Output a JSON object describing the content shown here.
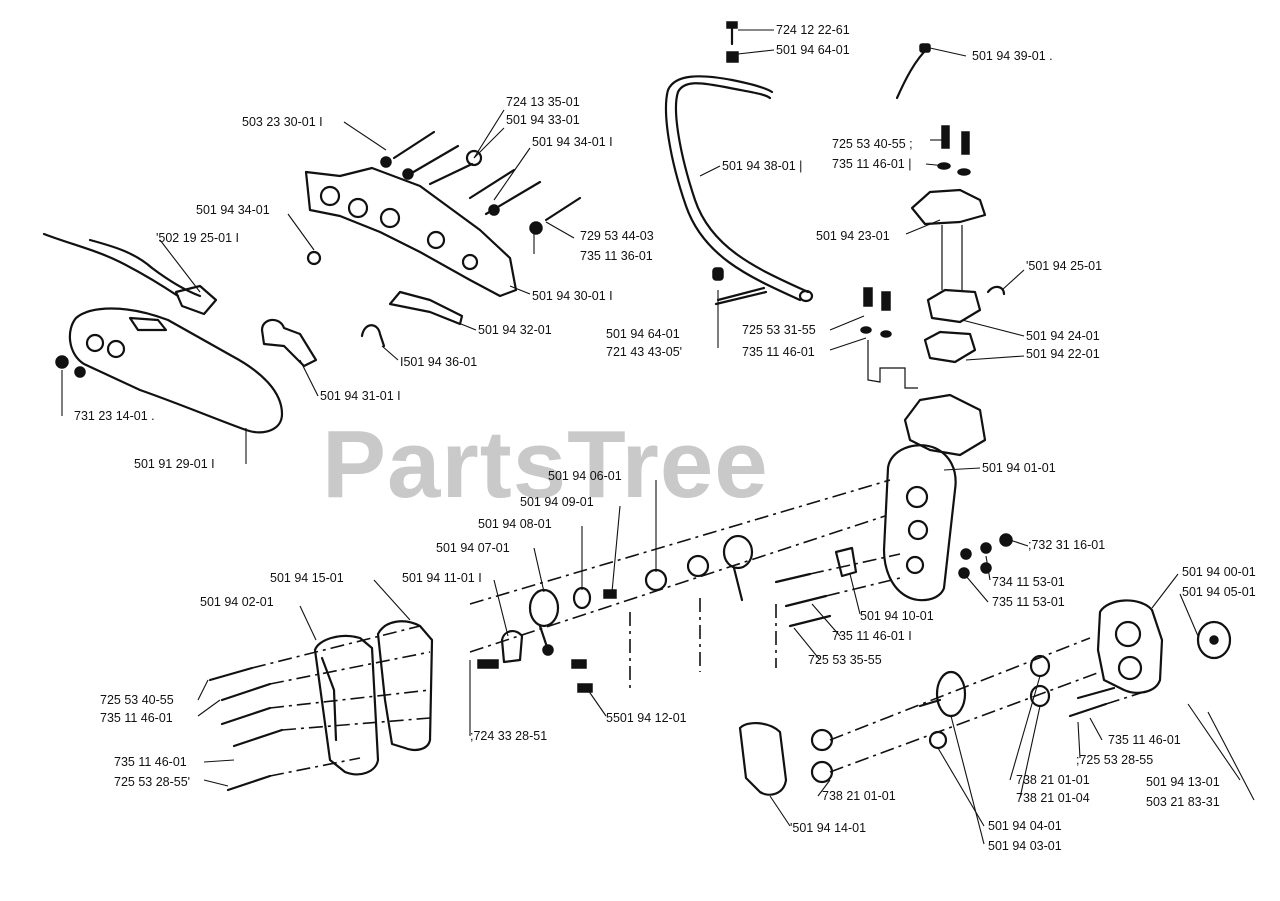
{
  "watermark": "PartsTree",
  "parts": [
    {
      "id": "p01",
      "text": "724 12 22-61"
    },
    {
      "id": "p02",
      "text": "501 94 64-01"
    },
    {
      "id": "p03",
      "text": "501 94 39-01 ."
    },
    {
      "id": "p04",
      "text": "724 13 35-01"
    },
    {
      "id": "p05",
      "text": "503 23 30-01 I"
    },
    {
      "id": "p06",
      "text": "501 94 33-01"
    },
    {
      "id": "p07",
      "text": "501 94 34-01 I"
    },
    {
      "id": "p08",
      "text": "725 53 40-55 ;"
    },
    {
      "id": "p09",
      "text": "735 11 46-01 |"
    },
    {
      "id": "p10",
      "text": "501 94 38-01 |"
    },
    {
      "id": "p11",
      "text": "501 94 34-01"
    },
    {
      "id": "p12",
      "text": "729 53 44-03"
    },
    {
      "id": "p13",
      "text": "735 11 36-01"
    },
    {
      "id": "p14",
      "text": "501 94 23-01"
    },
    {
      "id": "p15",
      "text": "'502 19 25-01 I"
    },
    {
      "id": "p16",
      "text": "'501 94 25-01"
    },
    {
      "id": "p17",
      "text": "501 94 30-01 I"
    },
    {
      "id": "p18",
      "text": "501 94 32-01"
    },
    {
      "id": "p19",
      "text": "725 53 31-55"
    },
    {
      "id": "p20",
      "text": "501 94 24-01"
    },
    {
      "id": "p21",
      "text": "501 94 64-01"
    },
    {
      "id": "p22",
      "text": "721 43 43-05'"
    },
    {
      "id": "p23",
      "text": "735 11 46-01"
    },
    {
      "id": "p24",
      "text": "501 94 22-01"
    },
    {
      "id": "p25",
      "text": "I501 94 36-01"
    },
    {
      "id": "p26",
      "text": "501 94 31-01 I"
    },
    {
      "id": "p27",
      "text": "731 23 14-01 ."
    },
    {
      "id": "p28",
      "text": "501 91 29-01 I"
    },
    {
      "id": "p29",
      "text": "501 94 06-01"
    },
    {
      "id": "p30",
      "text": "501 94 01-01"
    },
    {
      "id": "p31",
      "text": "501 94 09-01"
    },
    {
      "id": "p32",
      "text": "501 94 08-01"
    },
    {
      "id": "p33",
      "text": ";732 31 16-01"
    },
    {
      "id": "p34",
      "text": "501 94 07-01"
    },
    {
      "id": "p35",
      "text": "501 94 15-01"
    },
    {
      "id": "p36",
      "text": "501 94 11-01 I"
    },
    {
      "id": "p37",
      "text": "734 11 53-01"
    },
    {
      "id": "p38",
      "text": "501 94 00-01"
    },
    {
      "id": "p39",
      "text": "501 94 02-01"
    },
    {
      "id": "p40",
      "text": "735 11 53-01"
    },
    {
      "id": "p41",
      "text": "501 94 05-01"
    },
    {
      "id": "p42",
      "text": "501 94 10-01"
    },
    {
      "id": "p43",
      "text": "735 11 46-01 I"
    },
    {
      "id": "p44",
      "text": "725 53 35-55"
    },
    {
      "id": "p45",
      "text": "725 53 40-55"
    },
    {
      "id": "p46",
      "text": "735 11 46-01"
    },
    {
      "id": "p47",
      "text": "5501 94 12-01"
    },
    {
      "id": "p48",
      "text": ";724 33 28-51"
    },
    {
      "id": "p49",
      "text": "735 11 46-01"
    },
    {
      "id": "p50",
      "text": ";725 53 28-55"
    },
    {
      "id": "p51",
      "text": "735 11 46-01"
    },
    {
      "id": "p52",
      "text": "725 53 28-55'"
    },
    {
      "id": "p53",
      "text": "738 21 01-01"
    },
    {
      "id": "p54",
      "text": "738 21 01-04"
    },
    {
      "id": "p55",
      "text": "738 21 01-01"
    },
    {
      "id": "p56",
      "text": "501 94 13-01"
    },
    {
      "id": "p57",
      "text": "503 21 83-31"
    },
    {
      "id": "p58",
      "text": "'501 94 14-01"
    },
    {
      "id": "p59",
      "text": "501 94 04-01"
    },
    {
      "id": "p60",
      "text": "501 94 03-01"
    }
  ]
}
